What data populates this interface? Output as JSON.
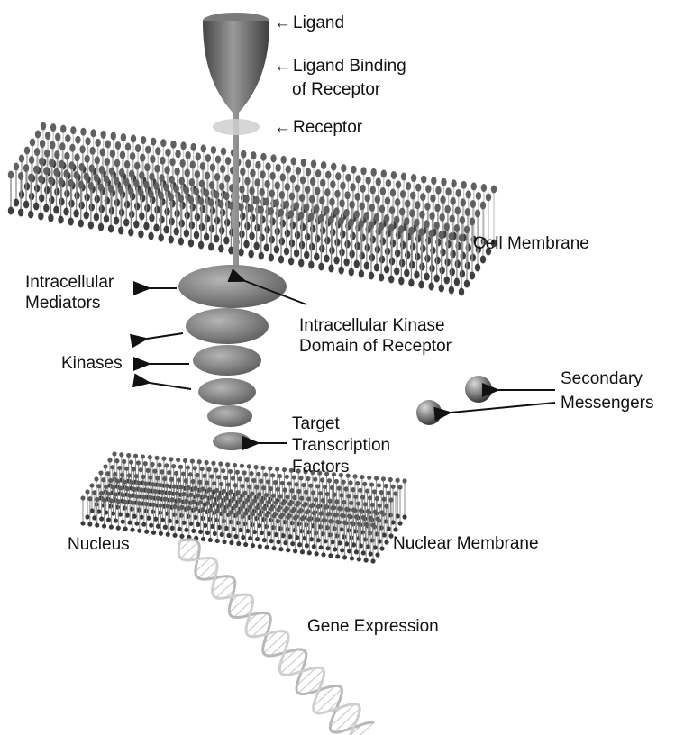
{
  "labels": {
    "ligand": "Ligand",
    "ligand_binding_line1": "Ligand Binding",
    "ligand_binding_line2": "of Receptor",
    "receptor": "Receptor",
    "cell_membrane": "Cell Membrane",
    "intracellular_mediators_line1": "Intracellular",
    "intracellular_mediators_line2": "Mediators",
    "kinase_domain_line1": "Intracellular Kinase",
    "kinase_domain_line2": "Domain of Receptor",
    "kinases": "Kinases",
    "secondary_messengers_line1": "Secondary",
    "secondary_messengers_line2": "Messengers",
    "target_tf_line1": "Target",
    "target_tf_line2": "Transcription",
    "target_tf_line3": "Factors",
    "nucleus": "Nucleus",
    "nuclear_membrane": "Nuclear Membrane",
    "gene_expression": "Gene Expression"
  },
  "colors": {
    "ink": "#111111",
    "protein": "#8a8a8a",
    "membrane_head": "#555555",
    "dna": "#c9c9c9"
  }
}
